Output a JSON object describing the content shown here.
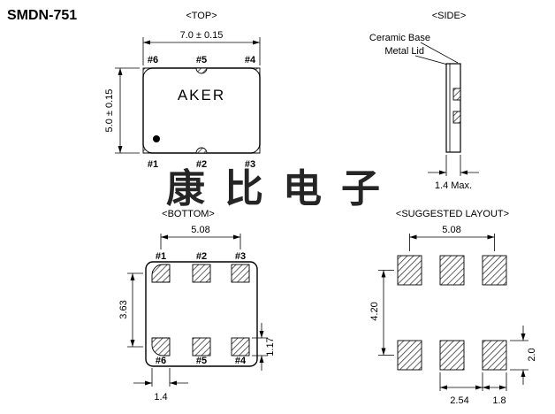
{
  "title": "SMDN-751",
  "watermark": {
    "text": "康比电子",
    "color": "rgba(238,90,115,0.55)"
  },
  "top_view": {
    "label": "<TOP>",
    "width_dim": "7.0 ± 0.15",
    "height_dim": "5.0 ± 0.15",
    "brand": "AKER",
    "pins_top": [
      "#6",
      "#5",
      "#4"
    ],
    "pins_bottom": [
      "#1",
      "#2",
      "#3"
    ]
  },
  "side_view": {
    "label": "<SIDE>",
    "callout_base": "Ceramic Base",
    "callout_lid": "Metal Lid",
    "thickness_dim": "1.4 Max."
  },
  "bottom_view": {
    "label": "<BOTTOM>",
    "width_dim": "5.08",
    "height_dim": "3.63",
    "pad_height_dim": "1.17",
    "pad_width_dim": "1.4",
    "pins_top": [
      "#1",
      "#2",
      "#3"
    ],
    "pins_bottom": [
      "#6",
      "#5",
      "#4"
    ]
  },
  "layout_view": {
    "label": "<SUGGESTED LAYOUT>",
    "width_dim": "5.08",
    "height_dim": "4.20",
    "pad_height_dim": "2.0",
    "pitch_dim": "2.54",
    "pad_width_dim": "1.8"
  }
}
